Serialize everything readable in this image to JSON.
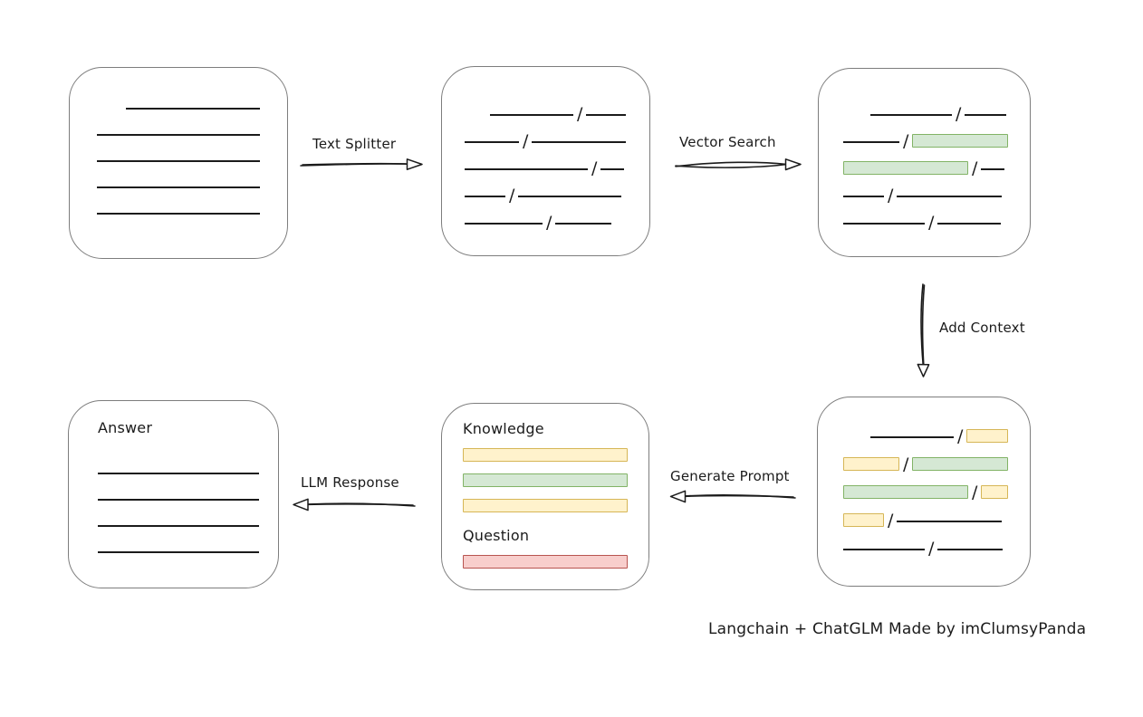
{
  "credit": "Langchain + ChatGLM Made by imClumsyPanda",
  "arrows": {
    "text_splitter": "Text Splitter",
    "vector_search": "Vector Search",
    "add_context": "Add Context",
    "generate_prompt": "Generate Prompt",
    "llm_response": "LLM Response"
  },
  "colors": {
    "line": "#1b1b1b",
    "box_border": "#7d7d7d",
    "green_fill": "#d5e8d4",
    "green_border": "#82b366",
    "yellow_fill": "#fff2cc",
    "yellow_border": "#d6b656",
    "red_fill": "#f8cecc",
    "red_border": "#b85450"
  },
  "boxes": {
    "source_document": {
      "rows": [
        [
          {
            "t": "gap",
            "w": 32
          },
          {
            "t": "line",
            "w": 148
          }
        ],
        [
          {
            "t": "line",
            "w": 180
          }
        ],
        [
          {
            "t": "line",
            "w": 180
          }
        ],
        [
          {
            "t": "line",
            "w": 180
          }
        ],
        [
          {
            "t": "line",
            "w": 180
          }
        ]
      ]
    },
    "split_chunks": {
      "rows": [
        [
          {
            "t": "gap",
            "w": 28
          },
          {
            "t": "line",
            "w": 92
          },
          {
            "t": "slash"
          },
          {
            "t": "line",
            "w": 44
          }
        ],
        [
          {
            "t": "line",
            "w": 60
          },
          {
            "t": "slash"
          },
          {
            "t": "line",
            "w": 104
          }
        ],
        [
          {
            "t": "line",
            "w": 136
          },
          {
            "t": "slash"
          },
          {
            "t": "line",
            "w": 26
          }
        ],
        [
          {
            "t": "line",
            "w": 45
          },
          {
            "t": "slash"
          },
          {
            "t": "line",
            "w": 114
          }
        ],
        [
          {
            "t": "line",
            "w": 86
          },
          {
            "t": "slash"
          },
          {
            "t": "line",
            "w": 62
          }
        ]
      ]
    },
    "searched_chunks": {
      "rows": [
        [
          {
            "t": "gap",
            "w": 30
          },
          {
            "t": "line",
            "w": 90
          },
          {
            "t": "slash"
          },
          {
            "t": "line",
            "w": 46
          }
        ],
        [
          {
            "t": "line",
            "w": 62
          },
          {
            "t": "slash"
          },
          {
            "t": "chip",
            "c": "green",
            "w": 106
          }
        ],
        [
          {
            "t": "chip",
            "c": "green",
            "w": 138
          },
          {
            "t": "slash"
          },
          {
            "t": "line",
            "w": 26
          }
        ],
        [
          {
            "t": "line",
            "w": 45
          },
          {
            "t": "slash"
          },
          {
            "t": "line",
            "w": 116
          }
        ],
        [
          {
            "t": "line",
            "w": 90
          },
          {
            "t": "slash"
          },
          {
            "t": "line",
            "w": 70
          }
        ]
      ]
    },
    "context_chunks": {
      "rows": [
        [
          {
            "t": "gap",
            "w": 30
          },
          {
            "t": "line",
            "w": 92
          },
          {
            "t": "slash"
          },
          {
            "t": "chip",
            "c": "yellow",
            "w": 46
          }
        ],
        [
          {
            "t": "chip",
            "c": "yellow",
            "w": 62
          },
          {
            "t": "slash"
          },
          {
            "t": "chip",
            "c": "green",
            "w": 106
          }
        ],
        [
          {
            "t": "chip",
            "c": "green",
            "w": 138
          },
          {
            "t": "slash"
          },
          {
            "t": "chip",
            "c": "yellow",
            "w": 30
          }
        ],
        [
          {
            "t": "chip",
            "c": "yellow",
            "w": 45
          },
          {
            "t": "slash"
          },
          {
            "t": "line",
            "w": 116
          }
        ],
        [
          {
            "t": "line",
            "w": 90
          },
          {
            "t": "slash"
          },
          {
            "t": "line",
            "w": 72
          }
        ]
      ]
    },
    "prompt": {
      "knowledge_label": "Knowledge",
      "question_label": "Question",
      "knowledge_bars": [
        "yellow",
        "green",
        "yellow"
      ],
      "question_bars": [
        "red"
      ]
    },
    "answer": {
      "label": "Answer",
      "rows": [
        [
          {
            "t": "line",
            "w": 178
          }
        ],
        [
          {
            "t": "line",
            "w": 178
          }
        ],
        [
          {
            "t": "line",
            "w": 178
          }
        ],
        [
          {
            "t": "line",
            "w": 178
          }
        ]
      ]
    }
  }
}
